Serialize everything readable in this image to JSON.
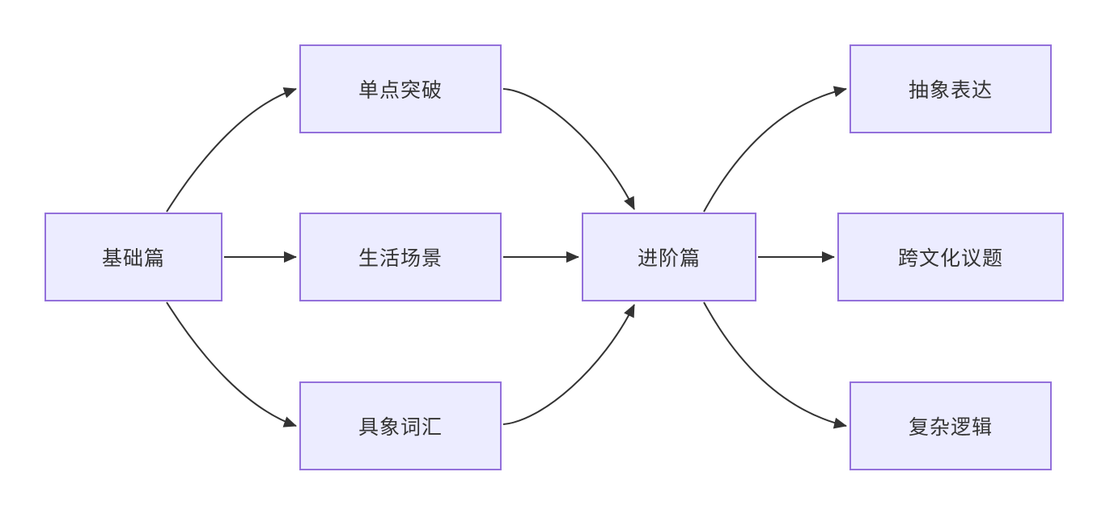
{
  "diagram": {
    "type": "flowchart-lr",
    "colors": {
      "node_fill": "#ECECFF",
      "node_border": "#9370DB",
      "edge": "#333333",
      "text": "#333333",
      "background": "#ffffff"
    },
    "nodes": {
      "basics": {
        "label": "基础篇"
      },
      "single_point": {
        "label": "单点突破"
      },
      "life_scenes": {
        "label": "生活场景"
      },
      "concrete_vocab": {
        "label": "具象词汇"
      },
      "advanced": {
        "label": "进阶篇"
      },
      "abstract_expr": {
        "label": "抽象表达"
      },
      "cross_culture": {
        "label": "跨文化议题"
      },
      "complex_logic": {
        "label": "复杂逻辑"
      }
    },
    "edges": [
      {
        "from": "基础篇",
        "to": "单点突破"
      },
      {
        "from": "基础篇",
        "to": "生活场景"
      },
      {
        "from": "基础篇",
        "to": "具象词汇"
      },
      {
        "from": "单点突破",
        "to": "进阶篇"
      },
      {
        "from": "生活场景",
        "to": "进阶篇"
      },
      {
        "from": "具象词汇",
        "to": "进阶篇"
      },
      {
        "from": "进阶篇",
        "to": "抽象表达"
      },
      {
        "from": "进阶篇",
        "to": "跨文化议题"
      },
      {
        "from": "进阶篇",
        "to": "复杂逻辑"
      }
    ]
  }
}
